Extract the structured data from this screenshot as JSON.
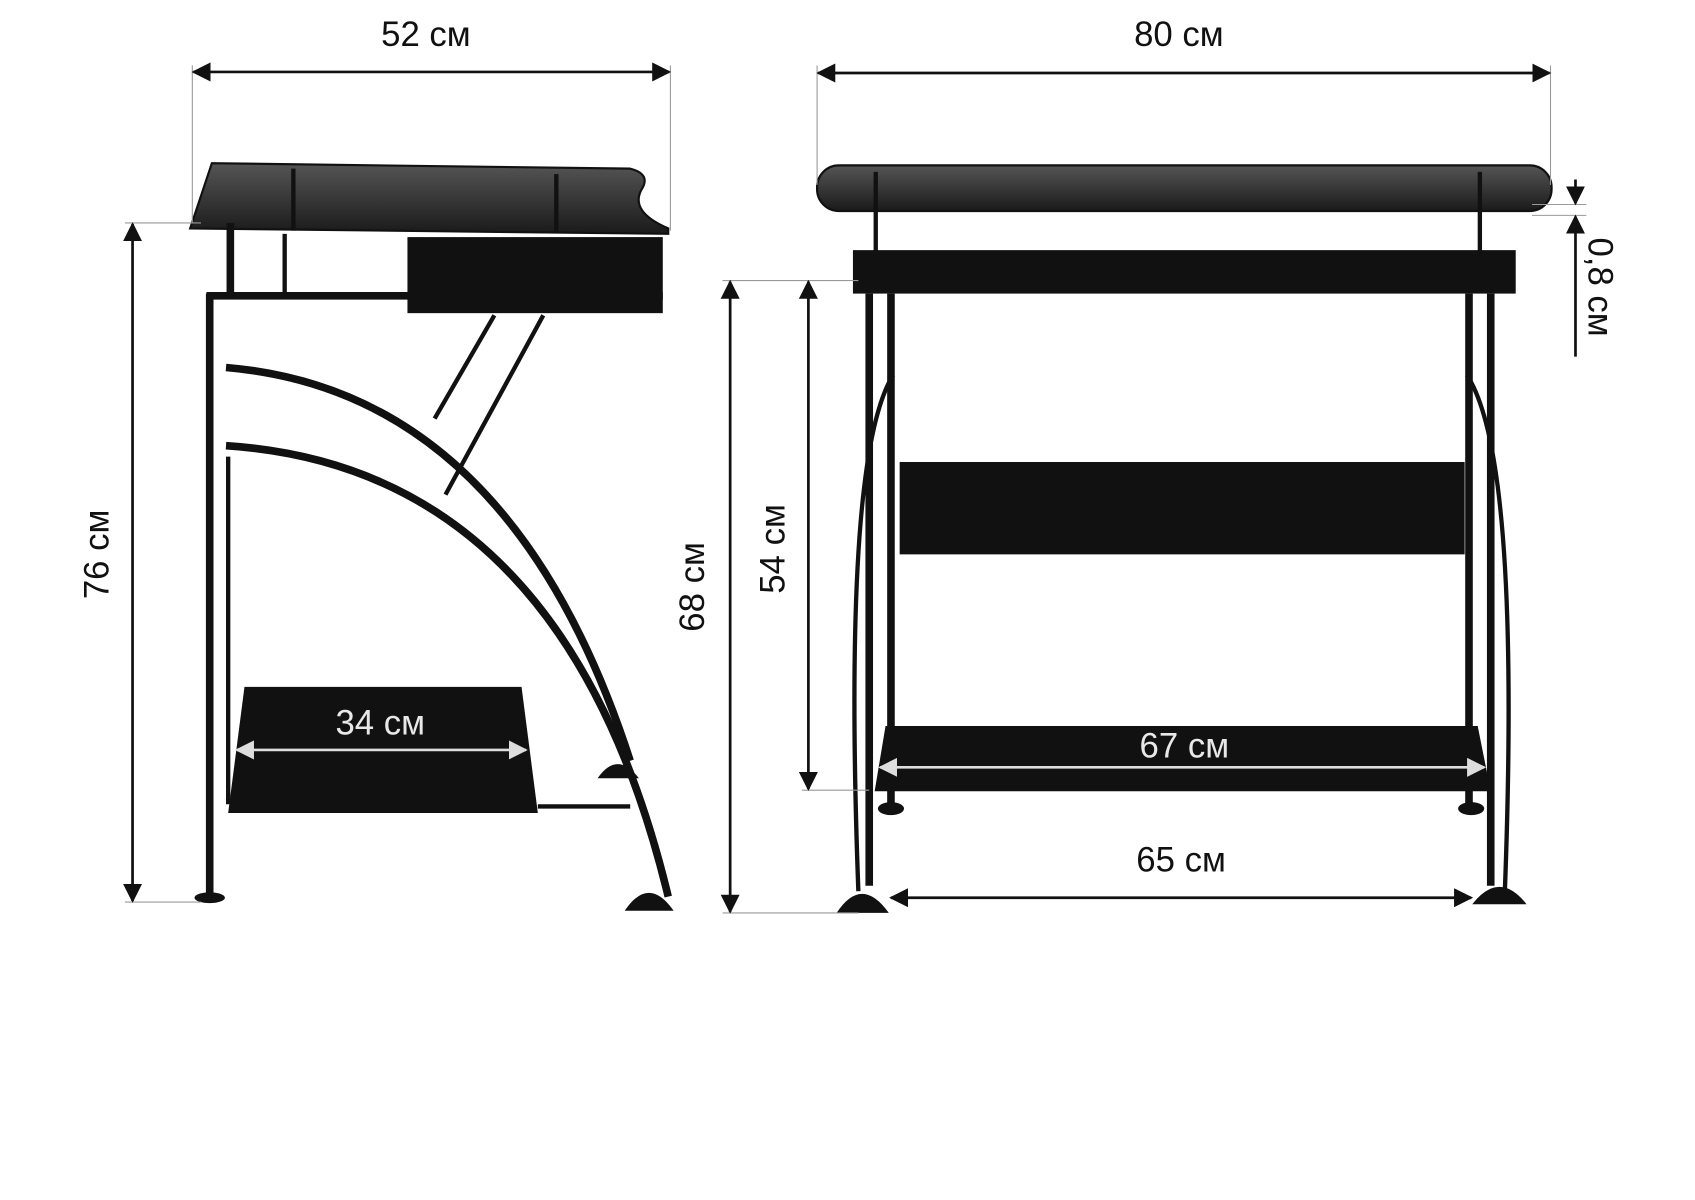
{
  "side_view": {
    "depth_label": "52 см",
    "height_label": "76 см",
    "shelf_depth_label": "34 см"
  },
  "front_view": {
    "width_label": "80 см",
    "glass_thickness_label": "0,8 см",
    "tray_height_label": "68 см",
    "lower_height_label": "54 см",
    "shelf_width_label": "67 см",
    "leg_span_label": "65 см"
  },
  "colors": {
    "glass": "#2a2a2a",
    "frame": "#111111",
    "background": "#ffffff"
  }
}
